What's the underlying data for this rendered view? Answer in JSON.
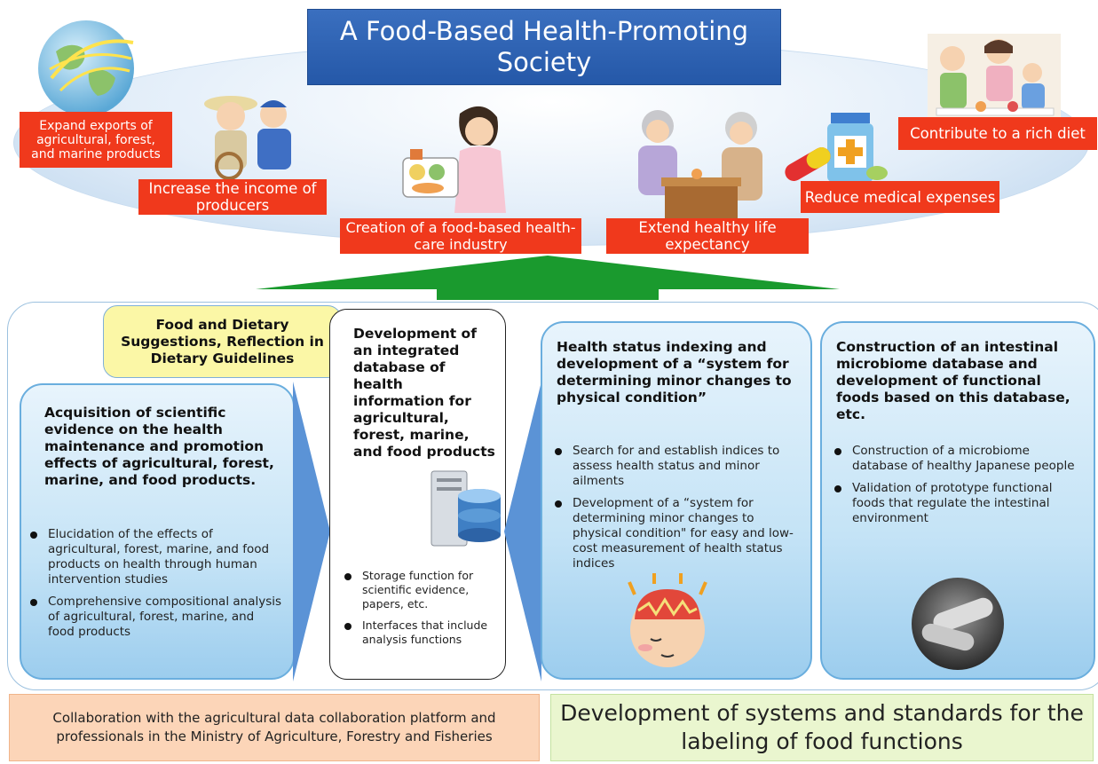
{
  "title": "A Food-Based Health-Promoting Society",
  "goals": {
    "exports": "Expand exports of agricultural, forest, and marine products",
    "income": "Increase the income of producers",
    "industry": "Creation of a food-based health-care industry",
    "life": "Extend healthy life expectancy",
    "medical": "Reduce medical expenses",
    "diet": "Contribute to a rich diet"
  },
  "yellow_box": "Food and Dietary Suggestions, Reflection in Dietary Guidelines",
  "panels": {
    "evidence": {
      "title": "Acquisition of scientific evidence on the health maintenance and promotion effects of agricultural, forest, marine, and food products.",
      "bullets": [
        "Elucidation of the effects of agricultural, forest, marine, and food products on health through human intervention studies",
        "Comprehensive compositional analysis of agricultural, forest, marine, and food products"
      ]
    },
    "database": {
      "title": "Development of an integrated database of health information for agricultural, forest, marine, and food products",
      "bullets": [
        "Storage function for scientific evidence, papers, etc.",
        "Interfaces that include analysis functions"
      ]
    },
    "health": {
      "title": "Health status indexing and development of a “system for determining minor changes to physical condition”",
      "bullets": [
        "Search for and establish indices to assess health status and minor ailments",
        "Development of a “system for determining minor changes to physical condition\" for easy and low-cost measurement of health status indices"
      ]
    },
    "microbiome": {
      "title": "Construction of an intestinal microbiome database and development of functional foods based on this database, etc.",
      "bullets": [
        "Construction of a microbiome database of healthy Japanese people",
        "Validation of prototype functional foods that regulate the intestinal environment"
      ]
    }
  },
  "footer": {
    "left": "Collaboration with the agricultural data collaboration platform and professionals in the Ministry of Agriculture, Forestry and Fisheries",
    "right": "Development of systems and standards for the labeling of food functions"
  },
  "colors": {
    "title_blue": "#2558a8",
    "goal_red": "#f0391c",
    "arrow_green": "#1a9a2e",
    "panel_blue": "#c4e3f6",
    "yellow": "#fbf7a6",
    "footer_orange": "#fcd5b8",
    "footer_green": "#eaf6cf"
  },
  "icons": [
    "globe-icon",
    "farmers-icon",
    "nurse-meal-icon",
    "elderly-couple-icon",
    "medicine-icon",
    "family-dining-icon",
    "database-server-icon",
    "head-brain-icon",
    "bacteria-icon"
  ]
}
